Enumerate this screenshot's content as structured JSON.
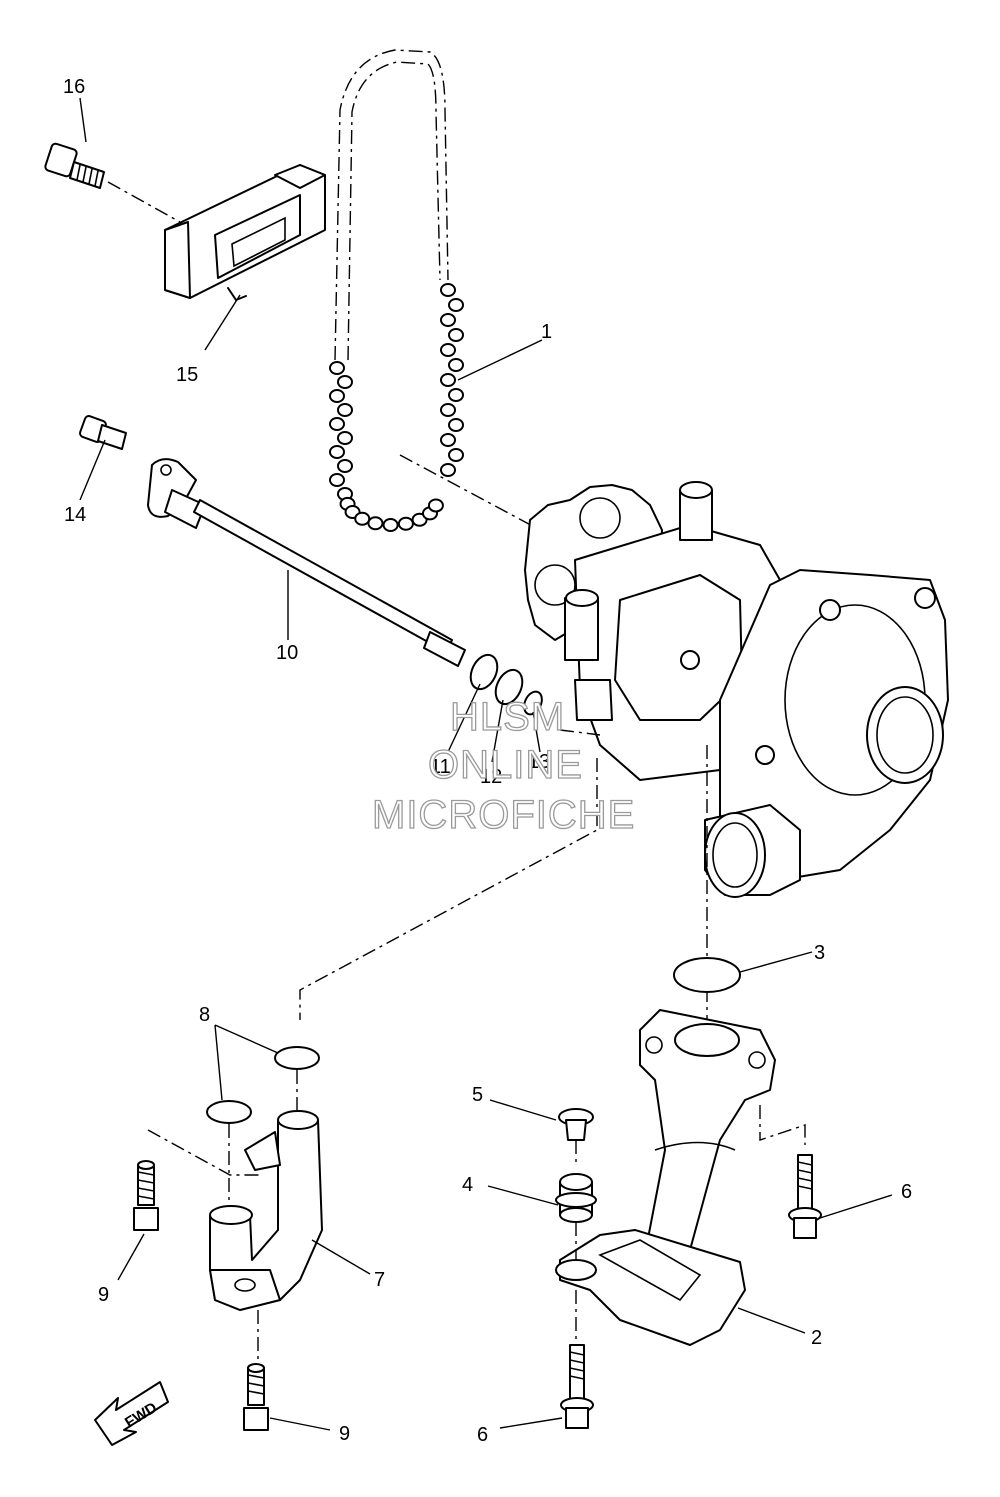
{
  "callouts": {
    "c1": "1",
    "c2": "2",
    "c3": "3",
    "c4": "4",
    "c5": "5",
    "c6a": "6",
    "c6b": "6",
    "c7": "7",
    "c8": "8",
    "c9a": "9",
    "c9b": "9",
    "c10": "10",
    "c11": "11",
    "c12": "12",
    "c13": "13",
    "c14": "14",
    "c15": "15",
    "c16": "16"
  },
  "watermark": {
    "line1": "HLSM",
    "line2": "ONLINE",
    "line3": "MICROFICHE"
  },
  "fwd_label": "FWD"
}
